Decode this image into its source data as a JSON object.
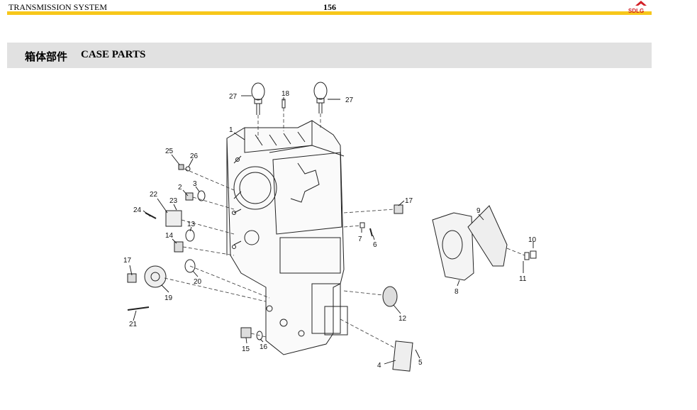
{
  "header": {
    "left_title": "TRANSMISSION SYSTEM",
    "page_number": "156",
    "logo_text": "SDLG",
    "rule_color": "#f7c71a",
    "logo_color": "#d21f26"
  },
  "section": {
    "title_cn": "箱体部件",
    "title_en": "CASE PARTS",
    "band_color": "#e1e1e1"
  },
  "callouts": [
    "27",
    "18",
    "27",
    "1",
    "25",
    "26",
    "2",
    "3",
    "22",
    "23",
    "24",
    "17",
    "9",
    "13",
    "14",
    "7",
    "6",
    "10",
    "17",
    "20",
    "11",
    "19",
    "8",
    "12",
    "21",
    "15",
    "16",
    "4",
    "5"
  ]
}
